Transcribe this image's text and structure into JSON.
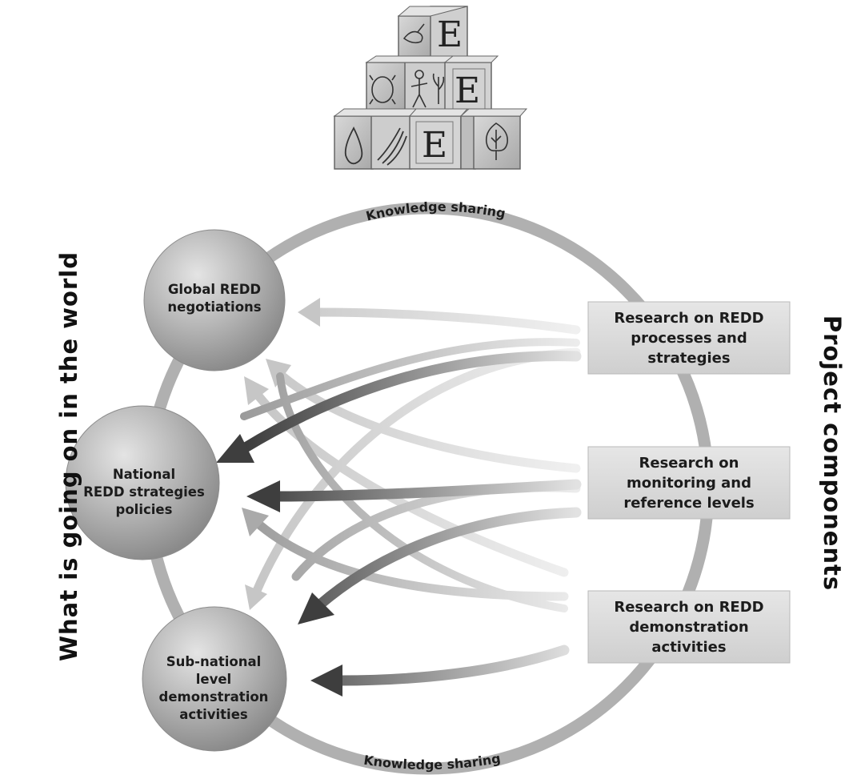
{
  "logo": {
    "letters": [
      "E",
      "E",
      "E"
    ],
    "icons": [
      "bird-icon",
      "tortoise-icon",
      "person-icon",
      "plant-icon",
      "water-drop-icon",
      "banana-icon",
      "tree-icon"
    ]
  },
  "left_side_label": "What is going on in the world",
  "right_side_label": "Project components",
  "ring": {
    "top_label": "Knowledge sharing",
    "bottom_label": "Knowledge sharing"
  },
  "nodes": [
    {
      "id": "global",
      "lines": [
        "Global REDD",
        "negotiations"
      ]
    },
    {
      "id": "national",
      "lines": [
        "National",
        "REDD strategies",
        "policies"
      ]
    },
    {
      "id": "subnational",
      "lines": [
        "Sub-national",
        "level",
        "demonstration",
        "activities"
      ]
    }
  ],
  "components": [
    {
      "id": "processes",
      "lines": [
        "Research on REDD",
        "processes and",
        "strategies"
      ]
    },
    {
      "id": "monitoring",
      "lines": [
        "Research on",
        "monitoring and",
        "reference levels"
      ]
    },
    {
      "id": "demonstration",
      "lines": [
        "Research on REDD",
        "demonstration",
        "activities"
      ]
    }
  ],
  "colors": {
    "ring": "#b2b2b2",
    "node": "#a9a9a9",
    "box": "#d9d9d9",
    "arrow_dark": "#3e3e3e",
    "arrow_mid": "#a0a0a0",
    "arrow_light": "#c9c9c9"
  }
}
